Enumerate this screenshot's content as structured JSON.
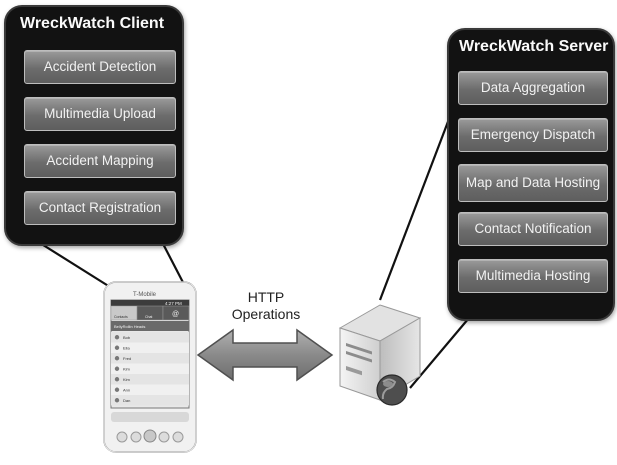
{
  "client": {
    "title": "WreckWatch Client",
    "features": [
      "Accident Detection",
      "Multimedia Upload",
      "Accident Mapping",
      "Contact Registration"
    ]
  },
  "server": {
    "title": "WreckWatch Server",
    "features": [
      "Data Aggregation",
      "Emergency Dispatch",
      "Map and Data Hosting",
      "Contact Notification",
      "Multimedia Hosting"
    ]
  },
  "connection": {
    "line1": "HTTP",
    "line2": "Operations"
  },
  "phone": {
    "brand": "T-Mobile",
    "status_time": "4:27 PM",
    "tabs": [
      "Contacts",
      "Chat",
      "@"
    ],
    "header_text": "BellyRollin Heads",
    "rows": [
      "Bob",
      "Ella",
      "Fred",
      "Kim",
      "Kim",
      "Ann",
      "Dan"
    ]
  },
  "colors": {
    "panel": "#121212",
    "box": "#7a7a7a",
    "arrow": "#909090"
  },
  "icons": {
    "phone": "smartphone-icon",
    "server": "server-icon",
    "globe": "globe-icon",
    "arrow": "double-arrow-icon"
  }
}
